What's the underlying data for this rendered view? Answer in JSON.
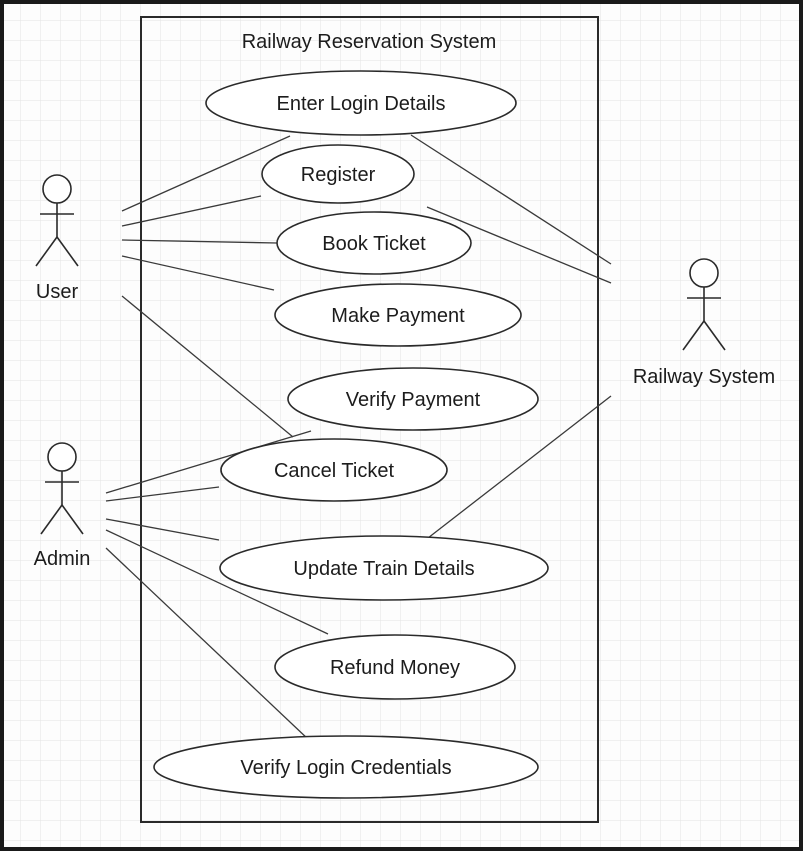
{
  "diagram": {
    "system_title": "Railway Reservation System",
    "actors": {
      "user": "User",
      "admin": "Admin",
      "railway_system": "Railway System"
    },
    "use_cases": {
      "enter_login": "Enter Login Details",
      "register": "Register",
      "book_ticket": "Book Ticket",
      "make_payment": "Make Payment",
      "verify_payment": "Verify Payment",
      "cancel_ticket": "Cancel Ticket",
      "update_train": "Update Train Details",
      "refund_money": "Refund Money",
      "verify_login": "Verify Login Credentials"
    },
    "colors": {
      "background": "#fdfdfd",
      "grid": "#e6e6e6",
      "stroke": "#2a2a2a",
      "frame": "#1a1a1a"
    }
  }
}
